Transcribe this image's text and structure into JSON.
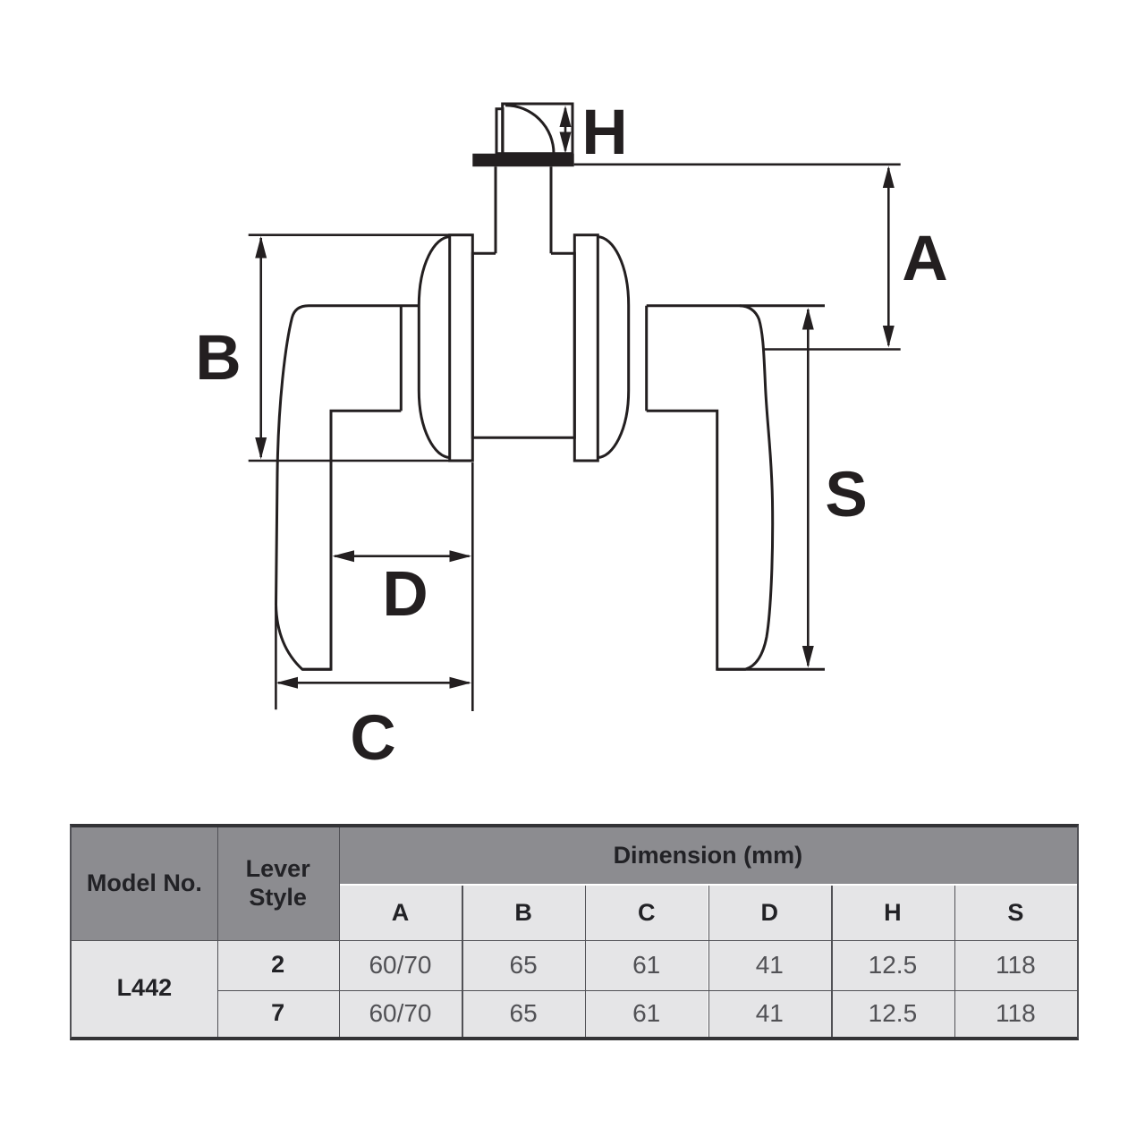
{
  "diagram": {
    "labels": {
      "h": "H",
      "a": "A",
      "b": "B",
      "s": "S",
      "d": "D",
      "c": "C"
    }
  },
  "table": {
    "headers": {
      "model": "Model No.",
      "lever_style": "Lever Style",
      "dimension_group": "Dimension (mm)"
    },
    "dimension_columns": [
      "A",
      "B",
      "C",
      "D",
      "H",
      "S"
    ],
    "model_no": "L442",
    "rows": [
      {
        "lever_style": "2",
        "dimensions": {
          "A": "60/70",
          "B": "65",
          "C": "61",
          "D": "41",
          "H": "12.5",
          "S": "118"
        }
      },
      {
        "lever_style": "7",
        "dimensions": {
          "A": "60/70",
          "B": "65",
          "C": "61",
          "D": "41",
          "H": "12.5",
          "S": "118"
        }
      }
    ]
  },
  "colors": {
    "line": "#231f20",
    "table_header_bg": "#8c8c90",
    "table_cell_bg": "#e5e5e7",
    "table_border_dark": "#333336",
    "table_grid_line": "#515156",
    "value_text": "#515155",
    "header_text": "#222226"
  }
}
